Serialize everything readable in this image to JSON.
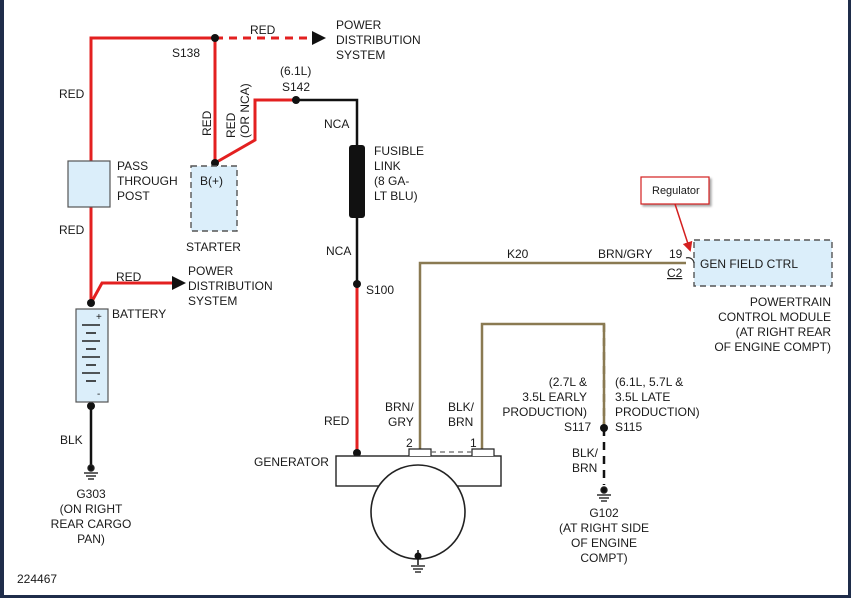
{
  "labels": {
    "red_top": "RED",
    "power_dist_1_l1": "POWER",
    "power_dist_1_l2": "DISTRIBUTION",
    "power_dist_1_l3": "SYSTEM",
    "s138": "S138",
    "red_left_1": "RED",
    "six_one_l": "(6.1L)",
    "s142": "S142",
    "red_vert": "RED",
    "red_or_nca_1": "RED",
    "red_or_nca_2": "(OR NCA)",
    "nca_1": "NCA",
    "fusible_l1": "FUSIBLE",
    "fusible_l2": "LINK",
    "fusible_l3": "(8 GA-",
    "fusible_l4": "LT BLU)",
    "pass_l1": "PASS",
    "pass_l2": "THROUGH",
    "pass_l3": "POST",
    "b_plus": "B(+)",
    "starter": "STARTER",
    "red_left_2": "RED",
    "nca_2": "NCA",
    "k20": "K20",
    "brn_gry_top": "BRN/GRY",
    "pin_19": "19",
    "c2": "C2",
    "gen_field_ctrl": "GEN FIELD CTRL",
    "regulator": "Regulator",
    "pcm_l1": "POWERTRAIN",
    "pcm_l2": "CONTROL MODULE",
    "pcm_l3": "(AT RIGHT REAR",
    "pcm_l4": "OF ENGINE COMPT)",
    "red_battery": "RED",
    "power_dist_2_l1": "POWER",
    "power_dist_2_l2": "DISTRIBUTION",
    "power_dist_2_l3": "SYSTEM",
    "s100": "S100",
    "battery": "BATTERY",
    "battery_plus": "+",
    "battery_minus": "-",
    "early_l1": "(2.7L &",
    "early_l2": "3.5L EARLY",
    "early_l3": "PRODUCTION)",
    "s117": "S117",
    "late_l1": "(6.1L, 5.7L &",
    "late_l2": "3.5L LATE",
    "late_l3": "PRODUCTION)",
    "s115": "S115",
    "brn_gry_l1": "BRN/",
    "brn_gry_l2": "GRY",
    "blk_brn_l1": "BLK/",
    "blk_brn_l2": "BRN",
    "red_gen": "RED",
    "pin_2": "2",
    "pin_1": "1",
    "generator": "GENERATOR",
    "blk_brn_g_l1": "BLK/",
    "blk_brn_g_l2": "BRN",
    "blk": "BLK",
    "g303_l1": "G303",
    "g303_l2": "(ON RIGHT",
    "g303_l3": "REAR CARGO",
    "g303_l4": "PAN)",
    "g102_l1": "G102",
    "g102_l2": "(AT RIGHT SIDE",
    "g102_l3": "OF ENGINE",
    "g102_l4": "COMPT)",
    "figure_id": "224467"
  },
  "colors": {
    "red_wire": "#e32020",
    "black_wire": "#111111",
    "brown_wire": "#8a7a52",
    "component_fill": "#dbeefa",
    "callout_red": "#d42020"
  }
}
